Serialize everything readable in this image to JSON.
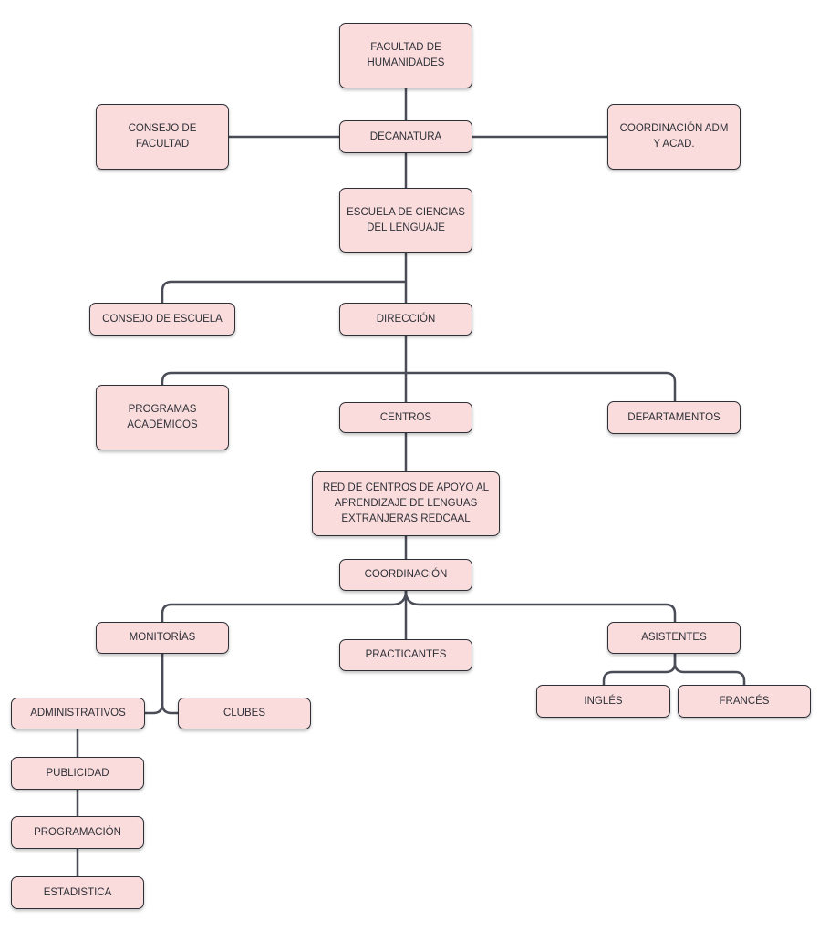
{
  "colors": {
    "node_fill": "#fadcdc",
    "node_border": "#2e3038",
    "connector": "#4a4d57"
  },
  "nodes": {
    "facultad": "FACULTAD DE\nHUMANIDADES",
    "consejo_facultad": "CONSEJO DE\nFACULTAD",
    "decanatura": "DECANATURA",
    "coordinacion_adm": "COORDINACIÓN ADM\nY ACAD.",
    "escuela": "ESCUELA DE CIENCIAS\nDEL LENGUAJE",
    "consejo_escuela": "CONSEJO DE ESCUELA",
    "direccion": "DIRECCIÓN",
    "programas": "PROGRAMAS\nACADÉMICOS",
    "centros": "CENTROS",
    "departamentos": "DEPARTAMENTOS",
    "redcaal": "RED DE CENTROS DE APOYO AL\nAPRENDIZAJE DE LENGUAS\nEXTRANJERAS REDCAAL",
    "coordinacion": "COORDINACIÓN",
    "monitorias": "MONITORÍAS",
    "practicantes": "PRACTICANTES",
    "asistentes": "ASISTENTES",
    "administrativos": "ADMINISTRATIVOS",
    "clubes": "CLUBES",
    "ingles": "INGLÉS",
    "frances": "FRANCÉS",
    "publicidad": "PUBLICIDAD",
    "programacion": "PROGRAMACIÓN",
    "estadistica": "ESTADISTICA"
  }
}
